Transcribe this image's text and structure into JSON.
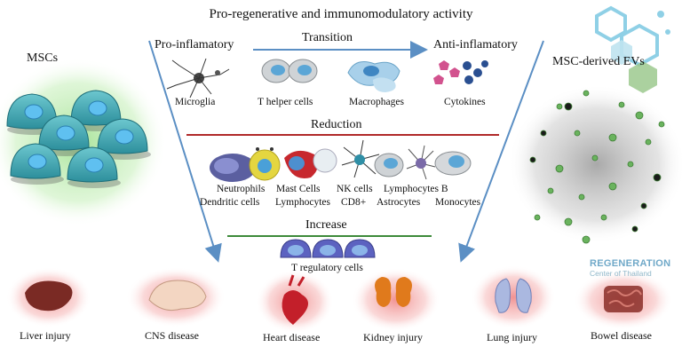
{
  "title": "Pro-regenerative and immunomodulatory activity",
  "left_panel": {
    "label": "MSCs"
  },
  "right_panel": {
    "label": "MSC-derived EVs"
  },
  "transition": {
    "from_label": "Pro-inflamatory",
    "arrow_label": "Transition",
    "to_label": "Anti-inflamatory",
    "cells": [
      "Microglia",
      "T helper cells",
      "Macrophages",
      "Cytokines"
    ]
  },
  "reduction": {
    "heading": "Reduction",
    "row1": [
      "Neutrophils",
      "Mast Cells",
      "NK cells",
      "Lymphocytes B"
    ],
    "row2": [
      "Dendritic cells",
      "Lymphocytes",
      "CD8+",
      "Astrocytes",
      "Monocytes"
    ]
  },
  "increase": {
    "heading": "Increase",
    "cell": "T regulatory cells"
  },
  "organs": [
    "Liver injury",
    "CNS disease",
    "Heart disease",
    "Kidney injury",
    "Lung injury",
    "Bowel disease"
  ],
  "logo": {
    "name": "REGENERATION",
    "sub": "Center of Thailand"
  },
  "colors": {
    "arrow": "#5b8fc4",
    "reduction_line": "#b02a2a",
    "increase_line": "#3d8a3a",
    "msc_glow": "#9fe08f",
    "cell_teal": "#3aa6b6",
    "organ_glow": "#ef8f8f"
  }
}
